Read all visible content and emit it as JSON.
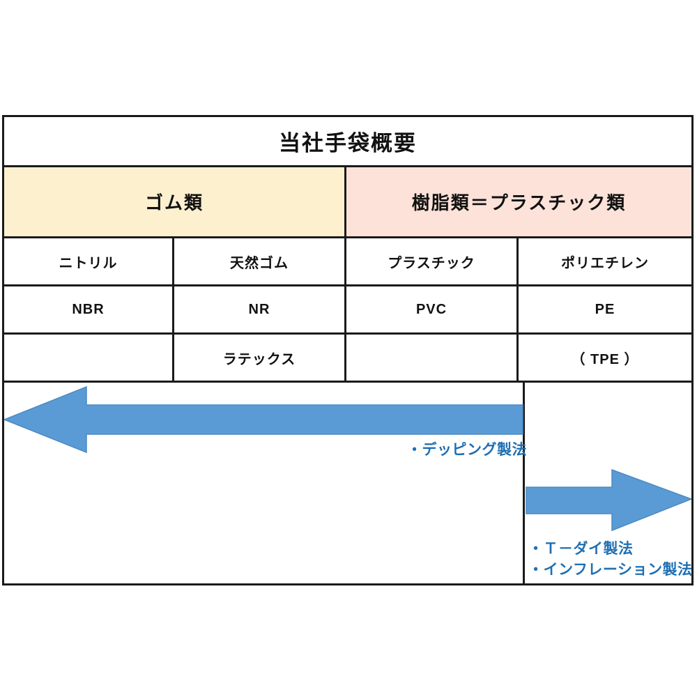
{
  "document": {
    "title": "当社手袋概要"
  },
  "table": {
    "categories": [
      {
        "label": "ゴム類",
        "color": "#FDF0CF"
      },
      {
        "label": "樹脂類＝プラスチック類",
        "color": "#FCE2D9"
      }
    ],
    "rows": [
      {
        "name": "material-name-row",
        "cells": [
          "ニトリル",
          "天然ゴム",
          "プラスチック",
          "ポリエチレン"
        ]
      },
      {
        "name": "material-abbrev-row",
        "cells": [
          "NBR",
          "NR",
          "PVC",
          "PE"
        ]
      },
      {
        "name": "material-variant-row",
        "cells": [
          "",
          "ラテックス",
          "",
          "（ TPE ）"
        ]
      }
    ]
  },
  "process": {
    "arrow_color": "#5B9BD5",
    "label_color": "#1F6FB2",
    "left_arrow": {
      "name": "dipping-process-arrow",
      "direction": "left"
    },
    "right_arrow": {
      "name": "extrusion-process-arrow",
      "direction": "right"
    },
    "labels": {
      "dipping": "・デッピング製法",
      "t_die": "・Ｔ－ダイ製法",
      "inflation": "・インフレーション製法"
    }
  }
}
